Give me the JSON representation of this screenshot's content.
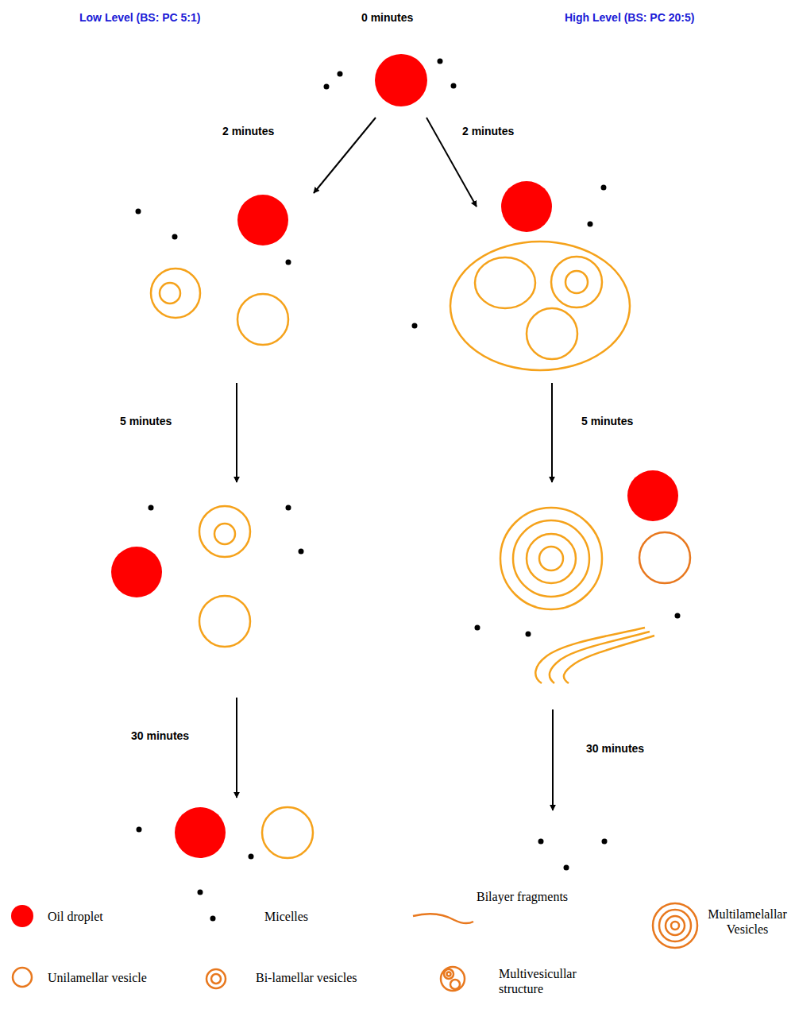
{
  "diagram": {
    "labels": [
      "Low Level (BS: PC 5:1)",
      "0 minutes",
      "High Level (BS: PC 20:5)",
      "2 minutes",
      "2 minutes",
      "5 minutes",
      "5 minutes",
      "30 minutes",
      "30 minutes"
    ],
    "legend": [
      {
        "text": "Oil droplet",
        "color": "#ff0000"
      },
      {
        "text": "Micelles"
      },
      {
        "text": "Bilayer fragments"
      },
      {
        "text": "Multilamelallar Vesicles"
      },
      {
        "text": "Unilamellar vesicle"
      },
      {
        "text": "Bi-lamellar vesicles"
      },
      {
        "text": "Multivesicullar structure"
      }
    ]
  }
}
